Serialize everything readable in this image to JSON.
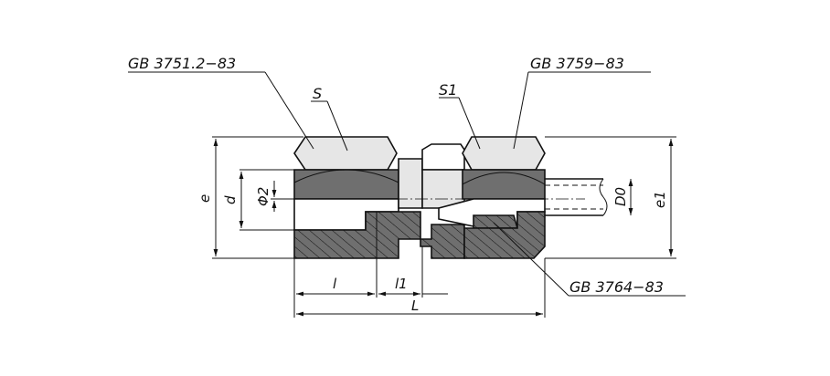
{
  "drawing": {
    "standards": {
      "left_nut": "GB 3751.2−83",
      "right_nut": "GB 3759−83",
      "ferrule": "GB 3764−83"
    },
    "labels": {
      "s": "S",
      "s1": "S1",
      "e": "e",
      "d": "d",
      "phi2": "Φ2",
      "d0": "D0",
      "e1": "e1",
      "l": "l",
      "l1": "l1",
      "L": "L"
    }
  }
}
